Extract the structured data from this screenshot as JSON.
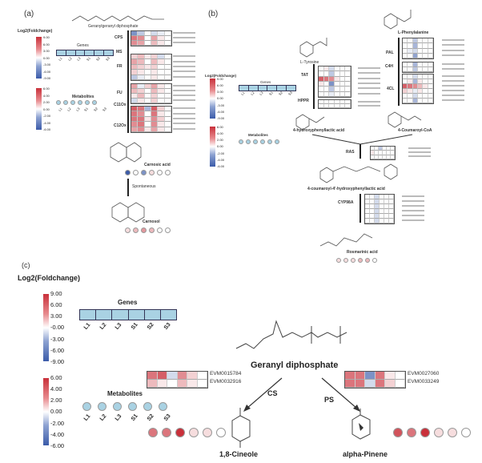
{
  "colors": {
    "high": "#c9303a",
    "mid": "#ffffff",
    "low": "#3b5ba9",
    "sample_fill": "#a9d2e3"
  },
  "samples": [
    "L1",
    "L2",
    "L3",
    "S1",
    "S2",
    "S3"
  ],
  "panel_a": {
    "label": "(a)",
    "legend_title": "Log2(Foldchange)",
    "gene_ticks": [
      "9.00",
      "6.00",
      "3.00",
      "0.00",
      "-3.00",
      "-6.00",
      "-9.00"
    ],
    "metab_ticks": [
      "6.00",
      "4.00",
      "2.00",
      "0.00",
      "-2.00",
      "-4.00",
      "-6.00"
    ],
    "genes_label": "Genes",
    "metabolites_label": "Metabolites",
    "substrate": "Geranylgeranyl diphosphate",
    "enzymes": [
      "CPS",
      "MS",
      "FR",
      "FU",
      "C11Ox",
      "C12Ox"
    ],
    "product1": "Carnosic acid",
    "step": "Spontaneous",
    "product2": "Carnosol",
    "heatmaps": {
      "cps": [
        [
          -6,
          -3,
          0,
          -2,
          -1,
          0
        ],
        [
          6,
          5,
          0,
          4,
          1,
          0
        ],
        [
          5,
          4,
          0,
          3,
          1,
          0
        ]
      ],
      "fr": [
        [
          2,
          3,
          1,
          2,
          -2,
          0
        ],
        [
          4,
          3,
          0,
          3,
          1,
          0
        ],
        [
          3,
          2,
          1,
          2,
          0,
          0
        ],
        [
          2,
          1,
          0,
          1,
          0,
          0
        ],
        [
          -3,
          -1,
          0,
          1,
          0,
          0
        ]
      ],
      "fu": [
        [
          4,
          -1,
          2,
          4,
          1,
          0
        ],
        [
          3,
          2,
          0,
          3,
          1,
          0
        ],
        [
          1,
          3,
          0,
          2,
          0,
          0
        ],
        [
          -2,
          1,
          0,
          2,
          0,
          0
        ]
      ],
      "ox": [
        [
          7,
          6,
          -4,
          7,
          2,
          0
        ],
        [
          6,
          5,
          0,
          6,
          1,
          0
        ],
        [
          6,
          6,
          1,
          5,
          2,
          0
        ],
        [
          5,
          6,
          0,
          5,
          1,
          0
        ],
        [
          4,
          5,
          1,
          4,
          1,
          0
        ]
      ]
    },
    "carnosic_circles": [
      -6,
      0,
      -4,
      1,
      0,
      0
    ],
    "carnosol_circles": [
      1,
      2,
      3,
      2,
      0,
      0
    ],
    "metab_circles": [
      0,
      0,
      0,
      0,
      0,
      0
    ]
  },
  "panel_b": {
    "label": "(b)",
    "legend_title": "Log2(Foldchange)",
    "gene_ticks": [
      "9.00",
      "6.00",
      "3.00",
      "0.00",
      "-3.00",
      "-6.00",
      "-9.00"
    ],
    "metab_ticks": [
      "6.00",
      "4.00",
      "2.00",
      "0.00",
      "-2.00",
      "-4.00",
      "-6.00"
    ],
    "genes_label": "Genes",
    "metabolites_label": "Metabolites",
    "tyrosine": "L-Tyrosine",
    "phenylalanine": "L-Phenylalanine",
    "enzymes": {
      "tat": "TAT",
      "hppr": "HPPR",
      "pal": "PAL",
      "c4h": "C4H",
      "fourcl": "4CL",
      "ras": "RAS",
      "cyp": "CYP98A"
    },
    "hpla": "4-hydroxyphenyllactic acid",
    "coa": "4-Coumaroyl-CoA",
    "intermediate": "4-coumaroyl-4'-hydroxyphenyllactic acid",
    "product": "Rosmarinic acid",
    "heatmaps": {
      "tat": [
        [
          0,
          1,
          -2,
          0,
          0,
          0
        ],
        [
          0,
          0,
          -3,
          0,
          0,
          0
        ],
        [
          7,
          6,
          5,
          1,
          0,
          0
        ],
        [
          1,
          0,
          -6,
          0,
          0,
          0
        ],
        [
          0,
          0,
          -3,
          0,
          0,
          0
        ],
        [
          0,
          0,
          -1,
          0,
          0,
          0
        ]
      ],
      "hppr": [
        [
          0,
          0,
          0,
          0,
          0,
          0
        ],
        [
          0,
          0,
          0,
          0,
          0,
          0
        ]
      ],
      "pal": [
        [
          0,
          0,
          -3,
          0,
          0,
          0
        ],
        [
          0,
          0,
          -4,
          0,
          0,
          0
        ],
        [
          0,
          -1,
          -2,
          0,
          0,
          0
        ],
        [
          0,
          0,
          -5,
          0,
          0,
          0
        ]
      ],
      "c4h": [
        [
          0,
          0,
          -4,
          0,
          0,
          0
        ],
        [
          0,
          0,
          -3,
          0,
          0,
          0
        ]
      ],
      "fourcl": [
        [
          0,
          0,
          -2,
          0,
          0,
          0
        ],
        [
          0,
          1,
          -4,
          1,
          0,
          0
        ],
        [
          7,
          6,
          5,
          3,
          1,
          0
        ],
        [
          2,
          1,
          -1,
          1,
          0,
          0
        ],
        [
          0,
          0,
          -2,
          0,
          0,
          0
        ],
        [
          0,
          0,
          -4,
          0,
          0,
          0
        ]
      ],
      "ras": [
        [
          0,
          0,
          -3,
          0,
          0,
          0
        ],
        [
          1,
          0,
          0,
          0,
          0,
          0
        ],
        [
          0,
          0,
          0,
          0,
          0,
          0
        ]
      ],
      "cyp": [
        [
          0,
          0,
          -2,
          0,
          0,
          0
        ],
        [
          0,
          0,
          -2,
          0,
          0,
          0
        ],
        [
          0,
          0,
          -2,
          0,
          0,
          0
        ],
        [
          0,
          0,
          -2,
          0,
          0,
          0
        ],
        [
          0,
          0,
          -2,
          0,
          0,
          0
        ],
        [
          0,
          0,
          -2,
          0,
          0,
          0
        ]
      ]
    },
    "product_circles": [
      1,
      1,
      1,
      2,
      2,
      0
    ],
    "metab_circles": [
      0,
      0,
      0,
      0,
      0,
      0
    ]
  },
  "panel_c": {
    "label": "(c)",
    "legend_title": "Log2(Foldchange)",
    "gene_ticks": [
      "9.00",
      "6.00",
      "3.00",
      "-0.00",
      "-3.00",
      "-6.00",
      "-9.00"
    ],
    "metab_ticks": [
      "6.00",
      "4.00",
      "2.00",
      "0.00",
      "-2.00",
      "-4.00",
      "-6.00"
    ],
    "genes_label": "Genes",
    "metabolites_label": "Metabolites",
    "substrate": "Geranyl diphosphate",
    "cs": {
      "enzyme": "CS",
      "genes": [
        "EVM0015784",
        "EVM0032916"
      ],
      "values": [
        [
          6,
          7,
          -2,
          5,
          2,
          0
        ],
        [
          3,
          1,
          0,
          3,
          1,
          0
        ]
      ],
      "product": "1,8-Cineole",
      "circles": [
        4,
        4,
        6,
        1,
        1,
        0
      ]
    },
    "ps": {
      "enzyme": "PS",
      "genes": [
        "EVM0027060",
        "EVM0033249"
      ],
      "values": [
        [
          6,
          6,
          -6,
          6,
          1,
          0
        ],
        [
          6,
          6,
          -2,
          6,
          2,
          0
        ]
      ],
      "product": "alpha-Pinene",
      "circles": [
        5,
        4,
        6,
        1,
        1,
        0
      ]
    }
  }
}
